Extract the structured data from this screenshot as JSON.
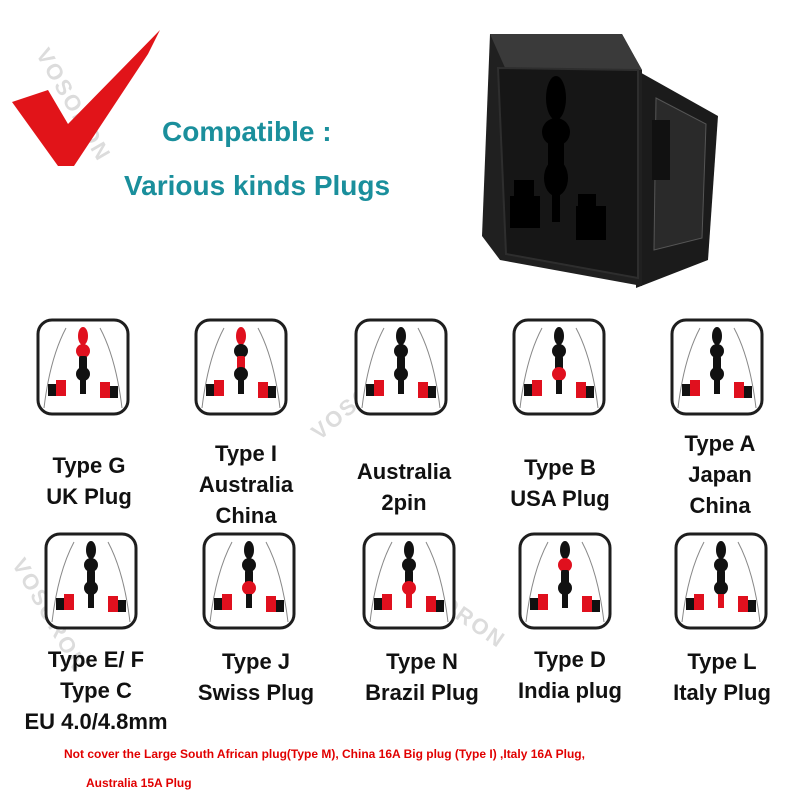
{
  "watermark": "VOSORON",
  "headline": {
    "line1": "Compatible :",
    "line2": "Various kinds Plugs",
    "color": "#1a8f9c"
  },
  "icons": {
    "check": "red-checkmark-icon",
    "socket": "universal-socket-icon"
  },
  "plugs_row1": [
    {
      "lines": [
        "Type G",
        "UK Plug"
      ],
      "highlight": "G"
    },
    {
      "lines": [
        "Type I",
        "Australia",
        "China"
      ],
      "highlight": "I"
    },
    {
      "lines": [
        "Australia",
        "2pin"
      ],
      "highlight": "AU2"
    },
    {
      "lines": [
        "Type B",
        "USA Plug"
      ],
      "highlight": "B"
    },
    {
      "lines": [
        "Type A",
        "Japan",
        "China"
      ],
      "highlight": "A"
    }
  ],
  "plugs_row2": [
    {
      "lines": [
        "Type E/ F",
        "Type C",
        "EU 4.0/4.8mm"
      ],
      "highlight": "EF"
    },
    {
      "lines": [
        "Type J",
        "Swiss Plug"
      ],
      "highlight": "J"
    },
    {
      "lines": [
        "Type N",
        "Brazil Plug"
      ],
      "highlight": "N"
    },
    {
      "lines": [
        "Type D",
        "India plug"
      ],
      "highlight": "D"
    },
    {
      "lines": [
        "Type L",
        "Italy  Plug"
      ],
      "highlight": "L"
    }
  ],
  "note": {
    "line1": "Not cover the Large South African plug(Type M), China 16A Big plug (Type I) ,Italy 16A Plug,",
    "line2": "Australia 15A Plug",
    "color": "#e10000"
  },
  "colors": {
    "highlight": "#e0101e",
    "slot": "#111111",
    "accent": "#1a8f9c"
  }
}
